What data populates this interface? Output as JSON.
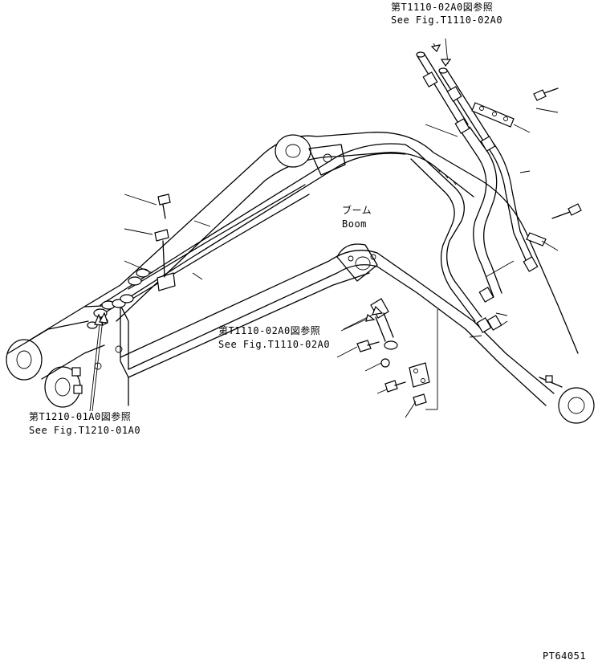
{
  "references": {
    "top_right": {
      "jp": "第T1110-02A0図参照",
      "en": "See Fig.T1110-02A0"
    },
    "center": {
      "jp": "第T1110-02A0図参照",
      "en": "See Fig.T1110-02A0"
    },
    "left": {
      "jp": "第T1210-01A0図参照",
      "en": "See Fig.T1210-01A0"
    }
  },
  "boom_label": {
    "jp": "ブーム",
    "en": "Boom"
  },
  "figure_code": "PT64051"
}
